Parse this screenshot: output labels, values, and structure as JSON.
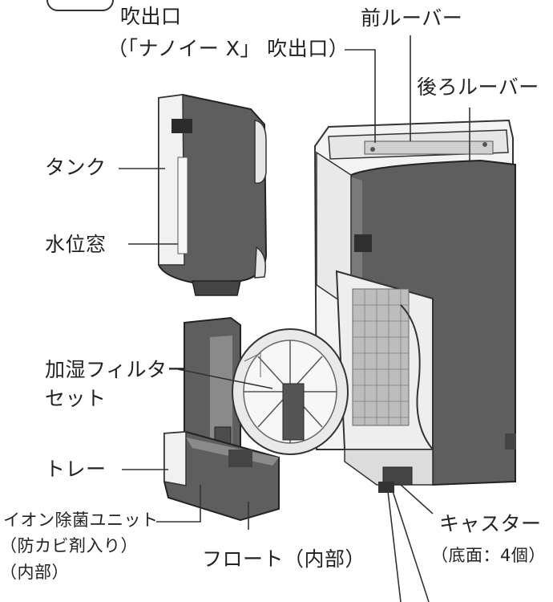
{
  "labels": {
    "outlet": "吹出口",
    "nanoe_outlet": "（「ナノイー X」 吹出口）",
    "front_louver": "前ルーバー",
    "rear_louver": "後ろルーバー",
    "tank": "タンク",
    "water_window": "水位窓",
    "filter_line1": "加湿フィルター",
    "filter_line2": "セット",
    "tray": "トレー",
    "ion_line1": "イオン除菌ユニット",
    "ion_line2": "（防カビ剤入り）",
    "ion_line3": "（内部）",
    "float": "フロート（内部）",
    "caster_line1": "キャスター",
    "caster_line2": "（底面：4個）"
  },
  "colors": {
    "body_dark": "#5e5e5e",
    "body_mid": "#8a8a8a",
    "body_light": "#c8c8c8",
    "white_part": "#f4f4f4",
    "line": "#333333"
  }
}
